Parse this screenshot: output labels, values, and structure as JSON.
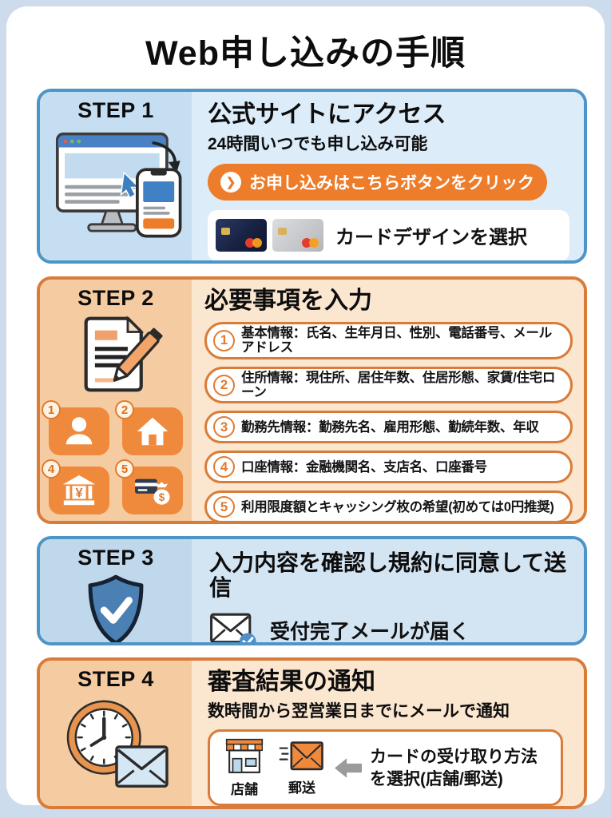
{
  "title": "Web申し込みの手順",
  "step1": {
    "label": "STEP 1",
    "title": "公式サイトにアクセス",
    "subtitle": "24時間いつでも申し込み可能",
    "button_label": "お申し込みはこちらボタンをクリック",
    "button_chevron": "❯",
    "card_select_label": "カードデザインを選択"
  },
  "step2": {
    "label": "STEP 2",
    "title": "必要事項を入力",
    "items": [
      {
        "num": "1",
        "text": "基本情報：氏名、生年月日、性別、電話番号、メールアドレス"
      },
      {
        "num": "2",
        "text": "住所情報：現住所、居住年数、住居形態、家賃/住宅ローン"
      },
      {
        "num": "3",
        "text": "勤務先情報：勤務先名、雇用形態、勤続年数、年収"
      },
      {
        "num": "4",
        "text": "口座情報：金融機関名、支店名、口座番号"
      },
      {
        "num": "5",
        "text": "利用限度額とキャッシング枚の希望(初めては0円推奨)"
      }
    ],
    "icon_tiles": [
      {
        "num": "1",
        "icon": "person-icon"
      },
      {
        "num": "2",
        "icon": "house-icon"
      },
      {
        "num": "4",
        "icon": "bank-icon"
      },
      {
        "num": "5",
        "icon": "money-icon"
      }
    ]
  },
  "step3": {
    "label": "STEP 3",
    "title": "入力内容を確認し規約に同意して送信",
    "note": "受付完了メールが届く"
  },
  "step4": {
    "label": "STEP 4",
    "title": "審査結果の通知",
    "subtitle": "数時間から翌営業日までにメールで通知",
    "pickup_text": "カードの受け取り方法を選択(店舗/郵送)",
    "shop_label": "店舗",
    "mail_label": "郵送"
  },
  "colors": {
    "background": "#cddcec",
    "blue_border": "#4d95c7",
    "orange_border": "#d97c39",
    "accent_orange": "#ed7d2b",
    "tile_orange": "#ef8a3d",
    "shield_blue": "#4a80b4"
  }
}
